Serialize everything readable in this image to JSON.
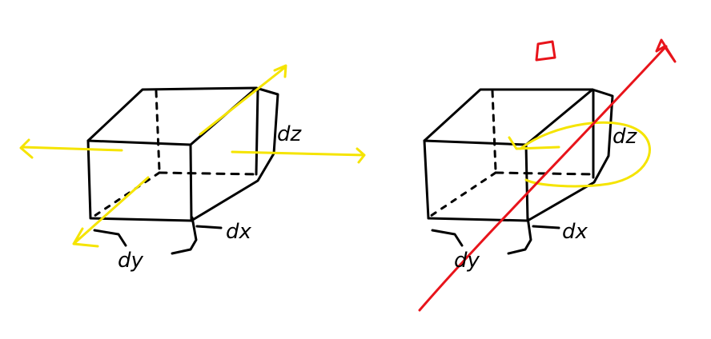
{
  "colors": {
    "ink": "#000000",
    "highlight": "#f5e400",
    "rotation_axis": "#e8141b",
    "background": "#ffffff"
  },
  "left_figure": {
    "label_dz": "dz",
    "label_dx": "dx",
    "label_dy": "dy"
  },
  "right_figure": {
    "label_dz": "dz",
    "label_dx": "dx",
    "label_dy": "dy"
  }
}
